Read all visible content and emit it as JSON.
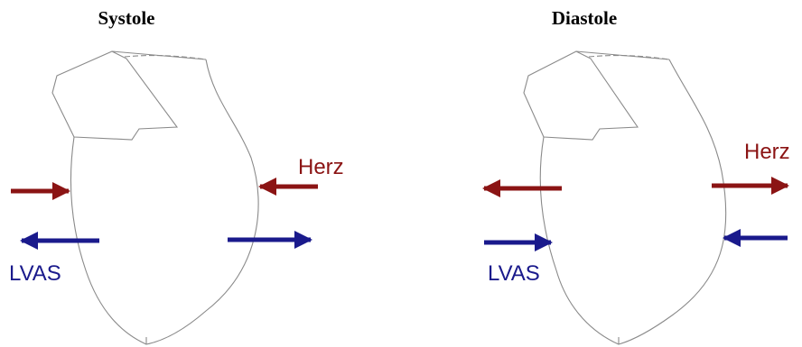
{
  "panels": {
    "left": {
      "title": "Systole"
    },
    "right": {
      "title": "Diastole"
    }
  },
  "labels": {
    "herz": "Herz",
    "lvas": "LVAS"
  },
  "colors": {
    "herz": "#8b1414",
    "lvas": "#1a1a8c",
    "outline": "#888888"
  }
}
